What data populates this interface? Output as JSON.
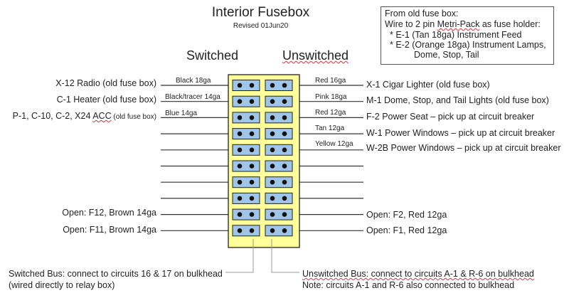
{
  "title": "Interior Fusebox",
  "subtitle": "Revised 01Jun20",
  "headings": {
    "switched": "Switched",
    "unswitched": "Unswitched"
  },
  "note": {
    "line1": "From old fuse box:",
    "line2_a": "Wire to 2 pin ",
    "line2_b": "Metri-Pack",
    "line2_c": " as fuse holder:",
    "line3": "* E-1 (Tan 18ga) Instrument Feed",
    "line4": "* E-2 (Orange 18ga) Instrument Lamps,",
    "line5": "Dome, Stop, Tail"
  },
  "left": {
    "labels": {
      "r0": "X-12 Radio (old fuse box)",
      "r1": "C-1 Heater (old fuse box)",
      "r2a": "P-1, C-10, C-2, X24 ",
      "r2b": "ACC",
      "r2c": " (old fuse box)",
      "r8": "Open: F12, Brown 14ga",
      "r9": "Open: F11, Brown 14ga"
    },
    "wires": {
      "r0": "Black 18ga",
      "r1": "Black/tracer 14ga",
      "r2": "Blue 14ga"
    }
  },
  "right": {
    "labels": {
      "r0": "X-1 Cigar Lighter (old fuse box)",
      "r1": "M-1 Dome, Stop, and Tail Lights (old fuse box)",
      "r2": "F-2 Power Seat – pick up at circuit breaker",
      "r3": "W-1 Power Windows – pick up at circuit breaker",
      "r4": "W-2B Power Windows – pick up at circuit breaker",
      "r8": "Open: F2, Red 12ga",
      "r9": "Open: F1, Red 12ga"
    },
    "wires": {
      "r0": "Red 16ga",
      "r1": "Pink 18ga",
      "r2": "Red 12ga",
      "r3": "Tan 12ga",
      "r4": "Yellow 12ga"
    }
  },
  "bottom": {
    "switched_l1": "Switched Bus: connect to circuits 16 & 17 on bulkhead",
    "switched_l2": "(wired directly to relay box)",
    "unswitched_l1": "Unswitched Bus: connect to circuits A-1 & R-6 on bulkhead",
    "unswitched_l2": "Note: circuits A-1 and R-6 also connected to bulkhead"
  },
  "colors": {
    "box_fill": "#ffff99",
    "fuse_fill": "#9fc5e8",
    "line": "#333333",
    "wavy": "#dd3333"
  },
  "rows": 10
}
